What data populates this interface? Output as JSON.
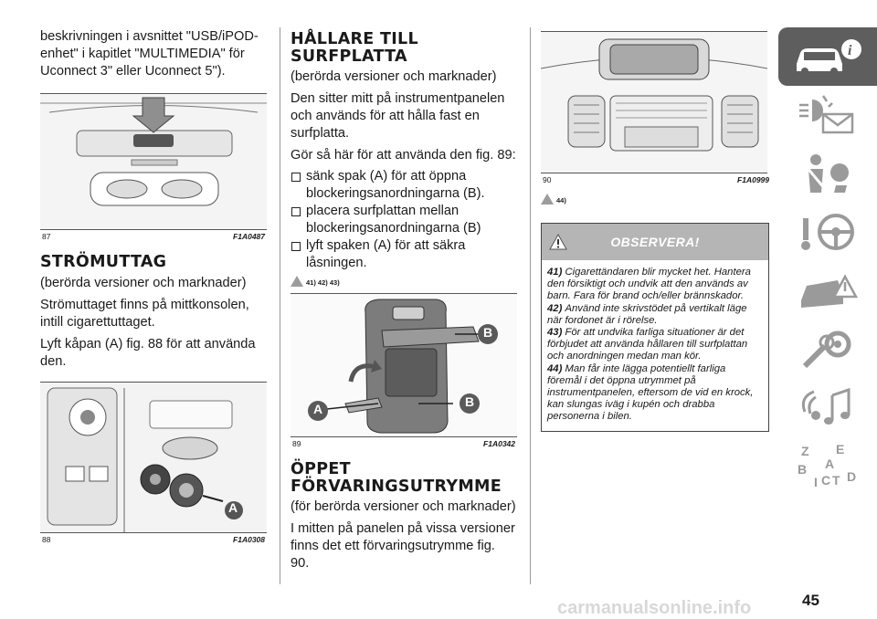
{
  "column1": {
    "intro_text": "beskrivningen i avsnittet \"USB/iPOD-enhet\" i kapitlet \"MULTIMEDIA\" för Uconnect 3\" eller Uconnect 5\").",
    "fig87": {
      "number": "87",
      "code": "F1A0487"
    },
    "section_title": "STRÖMUTTAG",
    "section_sub": "(berörda versioner och marknader)",
    "p1": "Strömuttaget finns på mittkonsolen, intill cigarettuttaget.",
    "p2": "Lyft kåpan (A) fig. 88 för att använda den.",
    "fig88": {
      "number": "88",
      "code": "F1A0308",
      "label_a": "A"
    }
  },
  "column2": {
    "section_title_l1": "HÅLLARE TILL",
    "section_title_l2": "SURFPLATTA",
    "section_sub": "(berörda versioner och marknader)",
    "p1": "Den sitter mitt på instrumentpanelen och används för att hålla fast en surfplatta.",
    "p2": "Gör så här för att använda den fig. 89:",
    "bullets": [
      "sänk spak (A) för att öppna blockeringsanordningarna (B).",
      "placera surfplattan mellan blockeringsanordningarna (B)",
      "lyft spaken (A) för att säkra låsningen."
    ],
    "warn_refs": "41) 42) 43)",
    "fig89": {
      "number": "89",
      "code": "F1A0342",
      "label_a": "A",
      "label_b1": "B",
      "label_b2": "B"
    },
    "section2_title_l1": "ÖPPET",
    "section2_title_l2": "FÖRVARINGSUTRYMME",
    "section2_sub": "(för berörda versioner och marknader)",
    "section2_p1": "I mitten på panelen på vissa versioner finns det ett förvaringsutrymme fig. 90."
  },
  "column3": {
    "fig90": {
      "number": "90",
      "code": "F1A0999"
    },
    "warn_ref": "44)",
    "observera": {
      "title": "OBSERVERA!",
      "notes": [
        {
          "num": "41)",
          "text": "Cigarettändaren blir mycket het. Hantera den försiktigt och undvik att den används av barn. Fara för brand och/eller brännskador."
        },
        {
          "num": "42)",
          "text": "Använd inte skrivstödet på vertikalt läge när fordonet är i rörelse."
        },
        {
          "num": "43)",
          "text": "För att undvika farliga situationer är det förbjudet att använda hållaren till surfplattan och anordningen medan man kör."
        },
        {
          "num": "44)",
          "text": "Man får inte lägga potentiellt farliga föremål i det öppna utrymmet på instrumentpanelen, eftersom de vid en krock, kan slungas iväg i kupén och drabba personerna i bilen."
        }
      ]
    }
  },
  "sidebar": {
    "tabs": [
      "car-info-icon",
      "lights-envelope-icon",
      "airbag-seatbelt-icon",
      "steering-key-icon",
      "breakdown-warning-icon",
      "service-wrench-icon",
      "multimedia-music-icon",
      "index-letters-icon"
    ],
    "index_letters": [
      "Z",
      "E",
      "A",
      "B",
      "C",
      "T",
      "D",
      "I"
    ]
  },
  "page_number": "45",
  "watermark": "carmanualsonline.info"
}
